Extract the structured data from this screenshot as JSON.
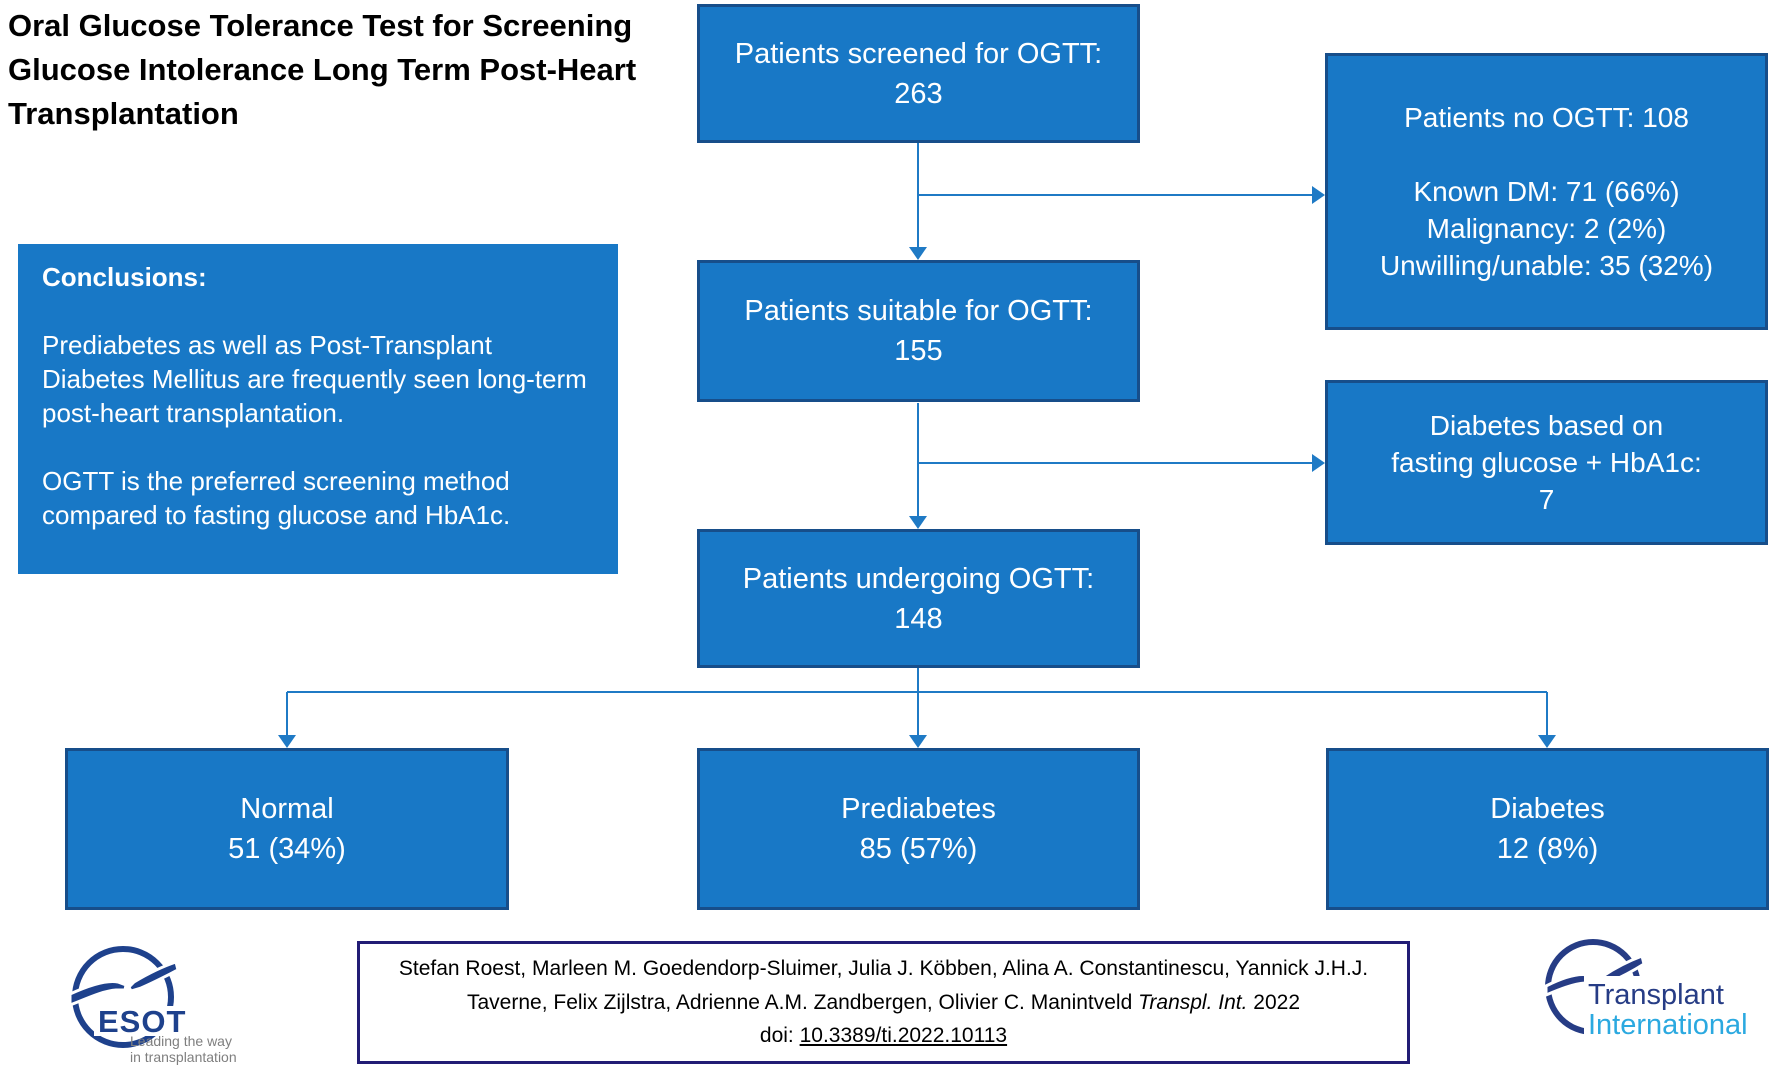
{
  "title": {
    "lines": [
      "Oral Glucose Tolerance Test for Screening",
      "Glucose Intolerance Long Term Post-Heart",
      "Transplantation"
    ]
  },
  "conclusions": {
    "heading": "Conclusions:",
    "para1": "Prediabetes as well as Post-Transplant Diabetes Mellitus are frequently seen long-term post-heart transplantation.",
    "para2": "OGTT is the preferred screening method compared to fasting glucose and HbA1c."
  },
  "flow": {
    "screened": {
      "label": "Patients screened for OGTT:",
      "value": "263"
    },
    "no_ogtt": {
      "title": "Patients no OGTT: 108",
      "reasons": [
        "Known DM: 71 (66%)",
        "Malignancy: 2 (2%)",
        "Unwilling/unable: 35 (32%)"
      ]
    },
    "suitable": {
      "label": "Patients suitable for OGTT:",
      "value": "155"
    },
    "diabetes_fg_hba1c": {
      "line1": "Diabetes based on",
      "line2": "fasting glucose + HbA1c:",
      "value": "7"
    },
    "undergoing": {
      "label": "Patients undergoing OGTT:",
      "value": "148"
    },
    "outcomes": [
      {
        "label": "Normal",
        "value": "51 (34%)"
      },
      {
        "label": "Prediabetes",
        "value": "85 (57%)"
      },
      {
        "label": "Diabetes",
        "value": "12 (8%)"
      }
    ]
  },
  "footer": {
    "authors_line1": "Stefan Roest, Marleen M. Goedendorp-Sluimer, Julia J. Köbben, Alina A. Constantinescu, Yannick J.H.J.",
    "authors_line2": "Taverne, Felix Zijlstra, Adrienne A.M. Zandbergen, Olivier C. Manintveld",
    "journal": "Transpl. Int.",
    "year": "2022",
    "doi_label": "doi:",
    "doi": "10.3389/ti.2022.10113"
  },
  "logos": {
    "esot": {
      "name": "ESOT",
      "tagline_line1": "Leading the way",
      "tagline_line2": "in transplantation"
    },
    "transplant_international": {
      "line1": "Transplant",
      "line2": "International"
    }
  },
  "colors": {
    "box_fill": "#1878c6",
    "box_border": "#174e8a",
    "connector": "#1f7ac5",
    "footer_border": "#221c75",
    "esot_navy": "#1e418c",
    "ti_navy": "#263c85",
    "ti_cyan": "#2ba9e0",
    "tagline_gray": "#7f7f7f"
  }
}
